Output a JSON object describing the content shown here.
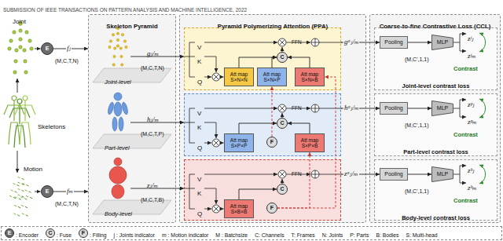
{
  "diagram": {
    "nodes": [
      {
        "text": [
          "E"
        ]
      },
      {
        "text": [
          "E"
        ]
      },
      {
        "text": [
          "Skeleton Pyramid",
          "gⱼ/ₘ",
          "(M,C,T,N)",
          "Joint-level",
          "hⱼ/ₘ",
          "(M,C,T,P)",
          "Part-level",
          "zⱼ/ₘ",
          "(M,C,T,B)",
          "Body-level"
        ]
      },
      {
        "text": [
          "Pyramid Polymerizing Attention (PPA)"
        ]
      },
      {
        "text": [
          "V",
          "K",
          "Q",
          "FFN"
        ],
        "in": 3
      },
      {
        "text": [
          "C"
        ],
        "in": 4
      },
      {
        "text": [
          "Att map S×N×N"
        ],
        "in": 4
      },
      {
        "text": [
          "Att map S×N×P"
        ],
        "in": 4
      },
      {
        "text": [
          "Att map S×N×B"
        ],
        "in": 4
      },
      {
        "text": [
          "V",
          "K",
          "Q",
          "FFN"
        ],
        "in": 3
      },
      {
        "text": [
          "C"
        ],
        "in": 9
      },
      {
        "text": [
          "Att map S×P×P"
        ],
        "in": 9
      },
      {
        "text": [
          "Att map S×P×B"
        ],
        "in": 9
      },
      {
        "text": [
          "F"
        ],
        "in": 9
      },
      {
        "text": [
          "V",
          "K",
          "Q",
          "FFN"
        ],
        "in": 3
      },
      {
        "text": [
          "C"
        ],
        "in": 14
      },
      {
        "text": [
          "Att map S×B×B"
        ],
        "in": 14
      },
      {
        "text": [
          "F"
        ],
        "in": 14
      },
      {
        "text": [
          "Coarse-to-fine Contrastive Loss (CCL)"
        ]
      },
      {
        "text": [
          "(M,C',1,1)",
          "zʲⱼ",
          "zʲₘ",
          "Contrast",
          "Joint-level contrast loss"
        ],
        "in": 18
      },
      {
        "text": [
          "Pooling"
        ],
        "in": 19
      },
      {
        "text": [
          "MLP"
        ],
        "in": 19
      },
      {
        "text": [
          "(M,C',1,1)",
          "zᵖⱼ",
          "zᵖₘ",
          "Contrast",
          "Part-level contrast loss"
        ],
        "in": 18
      },
      {
        "text": [
          "Pooling"
        ],
        "in": 22
      },
      {
        "text": [
          "MLP"
        ],
        "in": 22
      },
      {
        "text": [
          "(M,C',1,1)",
          "zᵇⱼ",
          "zᵇₘ",
          "Contrast",
          "Body-level contrast loss"
        ],
        "in": 18
      },
      {
        "text": [
          "Pooling"
        ],
        "in": 25
      },
      {
        "text": [
          "MLP"
        ],
        "in": 25
      },
      {
        "text": [
          ": Encoder",
          ": Fuse",
          ": Filling",
          "j : Joints indicator",
          "m : Motion indicator",
          "M : Batchsize",
          "C: Channels",
          "T: Frames",
          "N: Joints",
          "P: Parts",
          "B: Bodies",
          "S: Multi-head"
        ]
      },
      {
        "text": [
          "E"
        ],
        "in": 28
      },
      {
        "text": [
          "C"
        ],
        "in": 28
      },
      {
        "text": [
          "F"
        ],
        "in": 28
      }
    ],
    "edges": [
      {
        "from": 0,
        "to": 2,
        "arrow": "to",
        "label": "fⱼ"
      },
      {
        "from": 1,
        "to": 2,
        "arrow": "to",
        "label": "fₘ"
      },
      {
        "from": 2,
        "to": 4,
        "arrow": "to"
      },
      {
        "from": 2,
        "to": 9,
        "arrow": "to"
      },
      {
        "from": 2,
        "to": 14,
        "arrow": "to"
      },
      {
        "from": 4,
        "to": 20,
        "arrow": "to",
        "label": "gᵃⱼ/ₘ"
      },
      {
        "from": 9,
        "to": 23,
        "arrow": "to",
        "label": "hᵃⱼ/ₘ"
      },
      {
        "from": 14,
        "to": 26,
        "arrow": "to",
        "label": "zᵃⱼ/ₘ"
      },
      {
        "from": 6,
        "to": 5,
        "arrow": "to"
      },
      {
        "from": 7,
        "to": 5,
        "arrow": "to"
      },
      {
        "from": 8,
        "to": 5,
        "arrow": "to"
      },
      {
        "from": 11,
        "to": 10,
        "arrow": "to"
      },
      {
        "from": 12,
        "to": 10,
        "arrow": "to"
      },
      {
        "from": 16,
        "to": 15,
        "arrow": "to"
      },
      {
        "from": 13,
        "to": 7,
        "arrow": "to"
      },
      {
        "from": 17,
        "to": 12,
        "arrow": "to"
      },
      {
        "from": 17,
        "to": 8,
        "arrow": "to"
      },
      {
        "from": 20,
        "to": 21,
        "arrow": "to"
      },
      {
        "from": 23,
        "to": 24,
        "arrow": "to"
      },
      {
        "from": 26,
        "to": 27,
        "arrow": "to"
      }
    ],
    "labels": [
      "SUBMISSION OF IEEE TRANSACTIONS ON PATTERN ANALYSIS AND MACHINE INTELLIGENCE, 2022",
      "Joint",
      "Skeletons",
      "Motion",
      "(M,C,T,N)",
      "(M,C,T,N)"
    ]
  }
}
